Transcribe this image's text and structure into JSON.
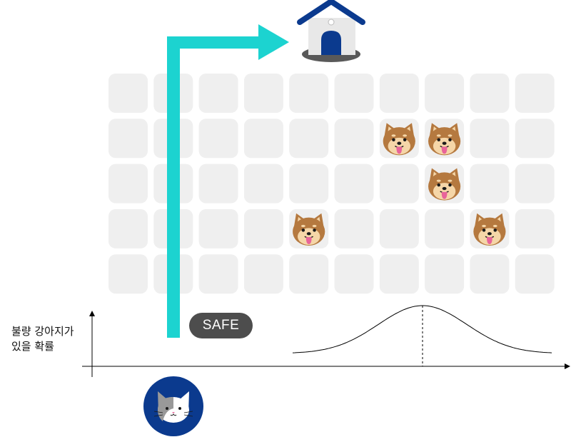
{
  "diagram": {
    "grid": {
      "rows": 5,
      "cols": 10
    },
    "dogs": [
      [
        1,
        6
      ],
      [
        1,
        7
      ],
      [
        2,
        7
      ],
      [
        3,
        4
      ],
      [
        3,
        8
      ]
    ],
    "safe_label": "SAFE",
    "y_axis_label": [
      "불량 강아지가",
      "있을 확률"
    ],
    "colors": {
      "cell": "#efefef",
      "path_arrow": "#1cd3d0",
      "house_roof": "#0b3a8e",
      "cat_badge": "#0b3a8e",
      "safe_badge": "#4d4d4d",
      "dog_fur": "#b5793f"
    },
    "icons": {
      "goal": "house-icon",
      "player": "cat-icon",
      "hazard": "dog-icon"
    }
  }
}
